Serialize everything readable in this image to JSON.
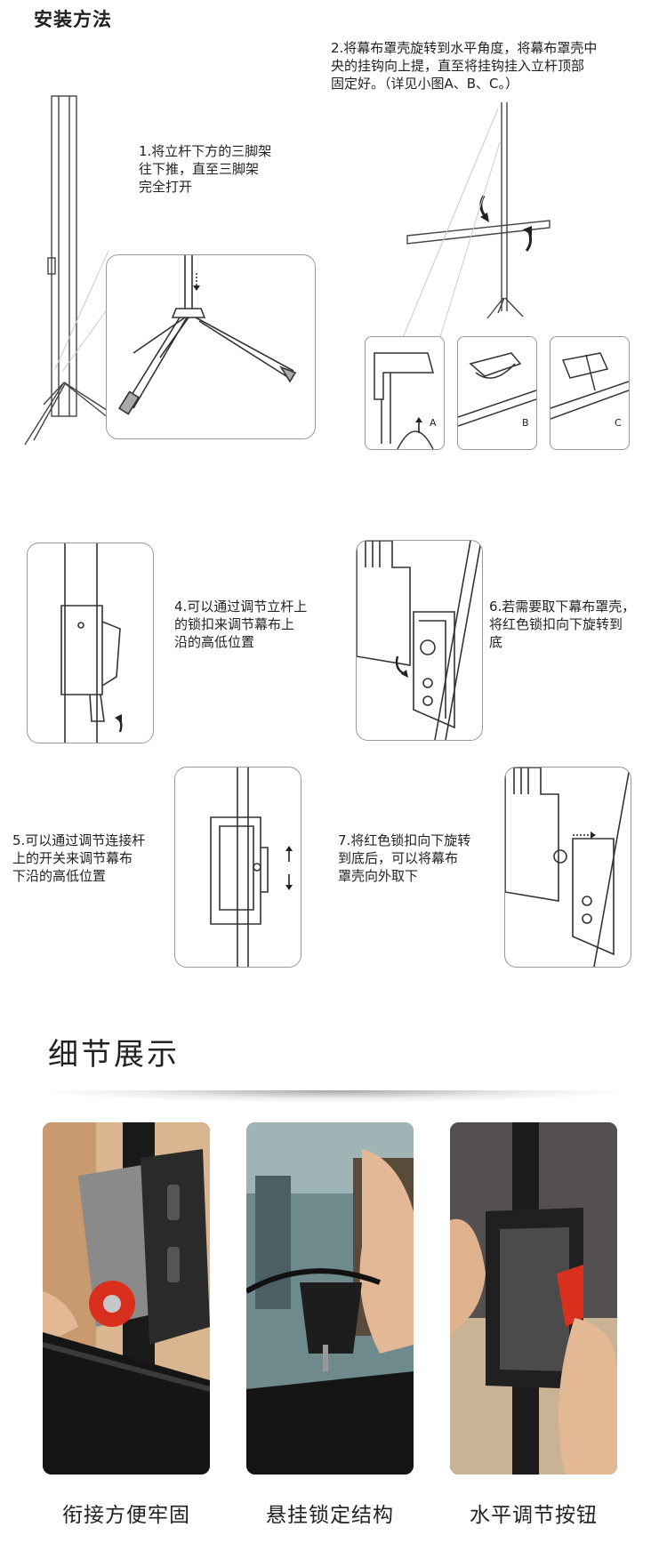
{
  "install": {
    "title": "安装方法",
    "step1": "1.将立杆下方的三脚架\n往下推，直至三脚架\n完全打开",
    "step2": "2.将幕布罩壳旋转到水平角度，将幕布罩壳中\n央的挂钩向上提，直至将挂钩挂入立杆顶部\n固定好。（详见小图A、B、C。）",
    "step4": "4.可以通过调节立杆上\n的锁扣来调节幕布上\n沿的高低位置",
    "step5": "5.可以通过调节连接杆\n上的开关来调节幕布\n下沿的高低位置",
    "step6": "6.若需要取下幕布罩壳，\n将红色锁扣向下旋转到\n底",
    "step7": "7.将红色锁扣向下旋转\n到底后，可以将幕布\n罩壳向外取下",
    "labels": {
      "a": "A",
      "b": "B",
      "c": "C"
    }
  },
  "details": {
    "title": "细节展示",
    "captions": [
      "衔接方便牢固",
      "悬挂锁定结构",
      "水平调节按钮"
    ]
  },
  "colors": {
    "accent_red": "#d8301c",
    "line": "#333333",
    "panel_border": "#999999"
  }
}
